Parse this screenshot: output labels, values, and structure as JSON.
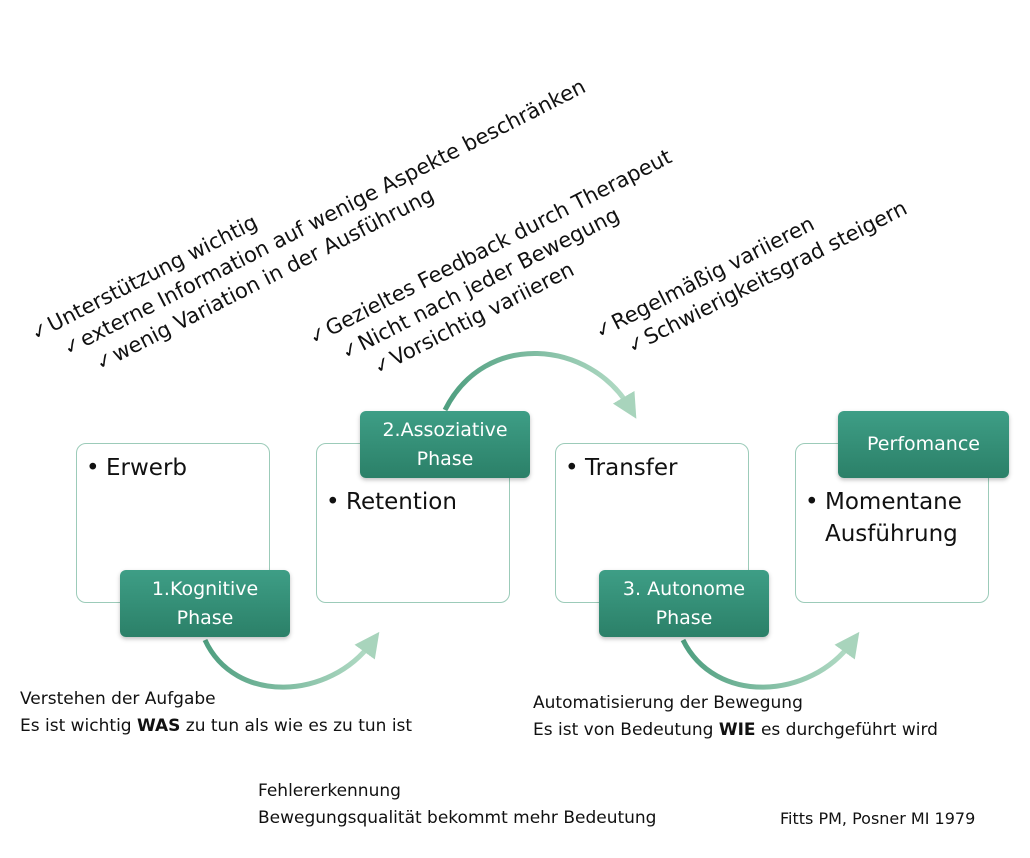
{
  "phases": [
    {
      "title_line1": "1.Kognitive",
      "title_line2": "Phase",
      "bullet": "Erwerb"
    },
    {
      "title_line1": "2.Assoziative",
      "title_line2": "Phase",
      "bullet": "Retention"
    },
    {
      "title_line1": "3. Autonome",
      "title_line2": "Phase",
      "bullet": "Transfer"
    },
    {
      "title_line1": "Perfomance",
      "bullet_line1": "Momentane",
      "bullet_line2": "Ausführung"
    }
  ],
  "checklists": {
    "kognitiv": [
      "Unterstützung wichtig",
      "externe Information auf wenige Aspekte beschränken",
      "wenig Variation in der Ausführung"
    ],
    "assoziativ": [
      "Gezieltes Feedback durch Therapeut",
      "Nicht nach jeder Bewegung",
      "Vorsichtig variieren"
    ],
    "autonom": [
      "Regelmäßig variieren",
      "Schwierigkeitsgrad steigern"
    ]
  },
  "check_mark": "✓",
  "bullet_mark": "•",
  "notes": {
    "kognitiv_line1": "Verstehen der Aufgabe",
    "kognitiv_line2_pre": "Es ist wichtig ",
    "kognitiv_line2_bold": "WAS",
    "kognitiv_line2_post": " zu tun als wie es zu tun ist",
    "autonom_line1": "Automatisierung der Bewegung",
    "autonom_line2_pre": "Es ist von Bedeutung ",
    "autonom_line2_bold": "WIE",
    "autonom_line2_post": " es durchgeführt wird",
    "assoziativ_line1": "Fehlererkennung",
    "assoziativ_line2": "Bewegungsqualität bekommt mehr Bedeutung"
  },
  "citation": "Fitts PM, Posner MI 1979",
  "colors": {
    "accent": "#2f8a72",
    "box_border": "#9ccbb9",
    "arrow": "#7fbfa0"
  }
}
